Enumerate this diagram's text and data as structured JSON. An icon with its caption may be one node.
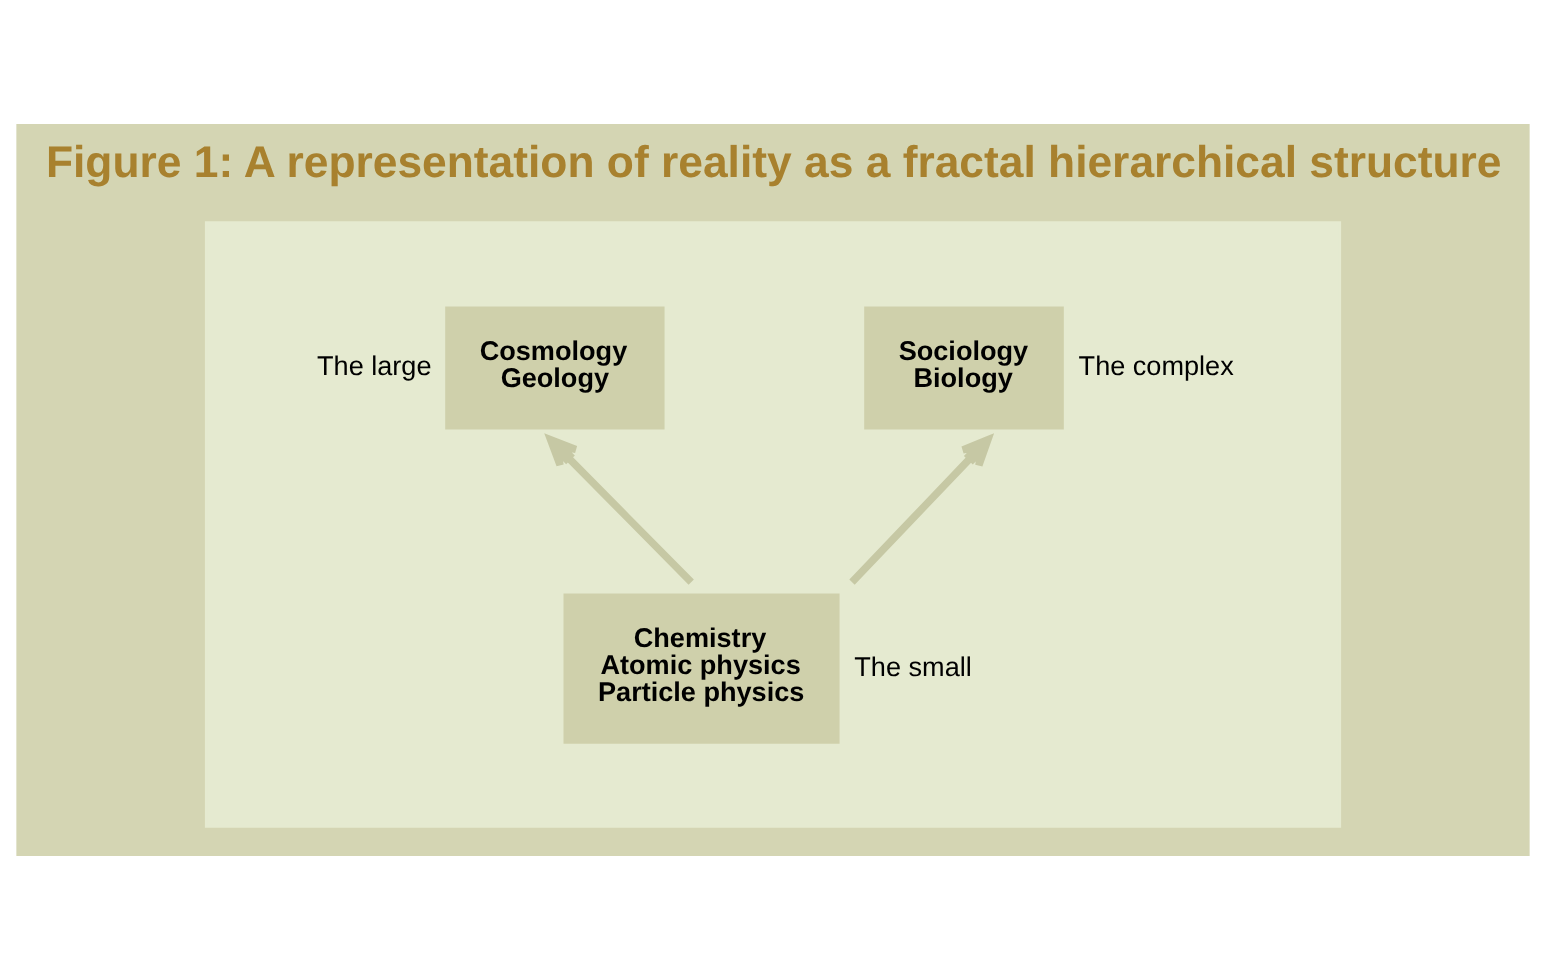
{
  "diagram": {
    "title": "Figure 1: A representation of reality as a fractal hierarchical structure",
    "nodes": [
      {
        "text": [],
        "shape": "box"
      },
      {
        "text": [
          "Cosmology",
          "Geology"
        ],
        "beside": [
          "The large"
        ],
        "in": 0
      },
      {
        "text": [
          "Sociology",
          "Biology"
        ],
        "beside": [
          "The complex"
        ],
        "in": 0
      },
      {
        "text": [
          "Chemistry",
          "Atomic physics",
          "Particle physics"
        ],
        "beside": [
          "The small"
        ],
        "in": 0
      }
    ],
    "edges": [
      {
        "from": 3,
        "to": 1,
        "arrow": "to"
      },
      {
        "from": 3,
        "to": 2,
        "arrow": "to"
      }
    ]
  }
}
